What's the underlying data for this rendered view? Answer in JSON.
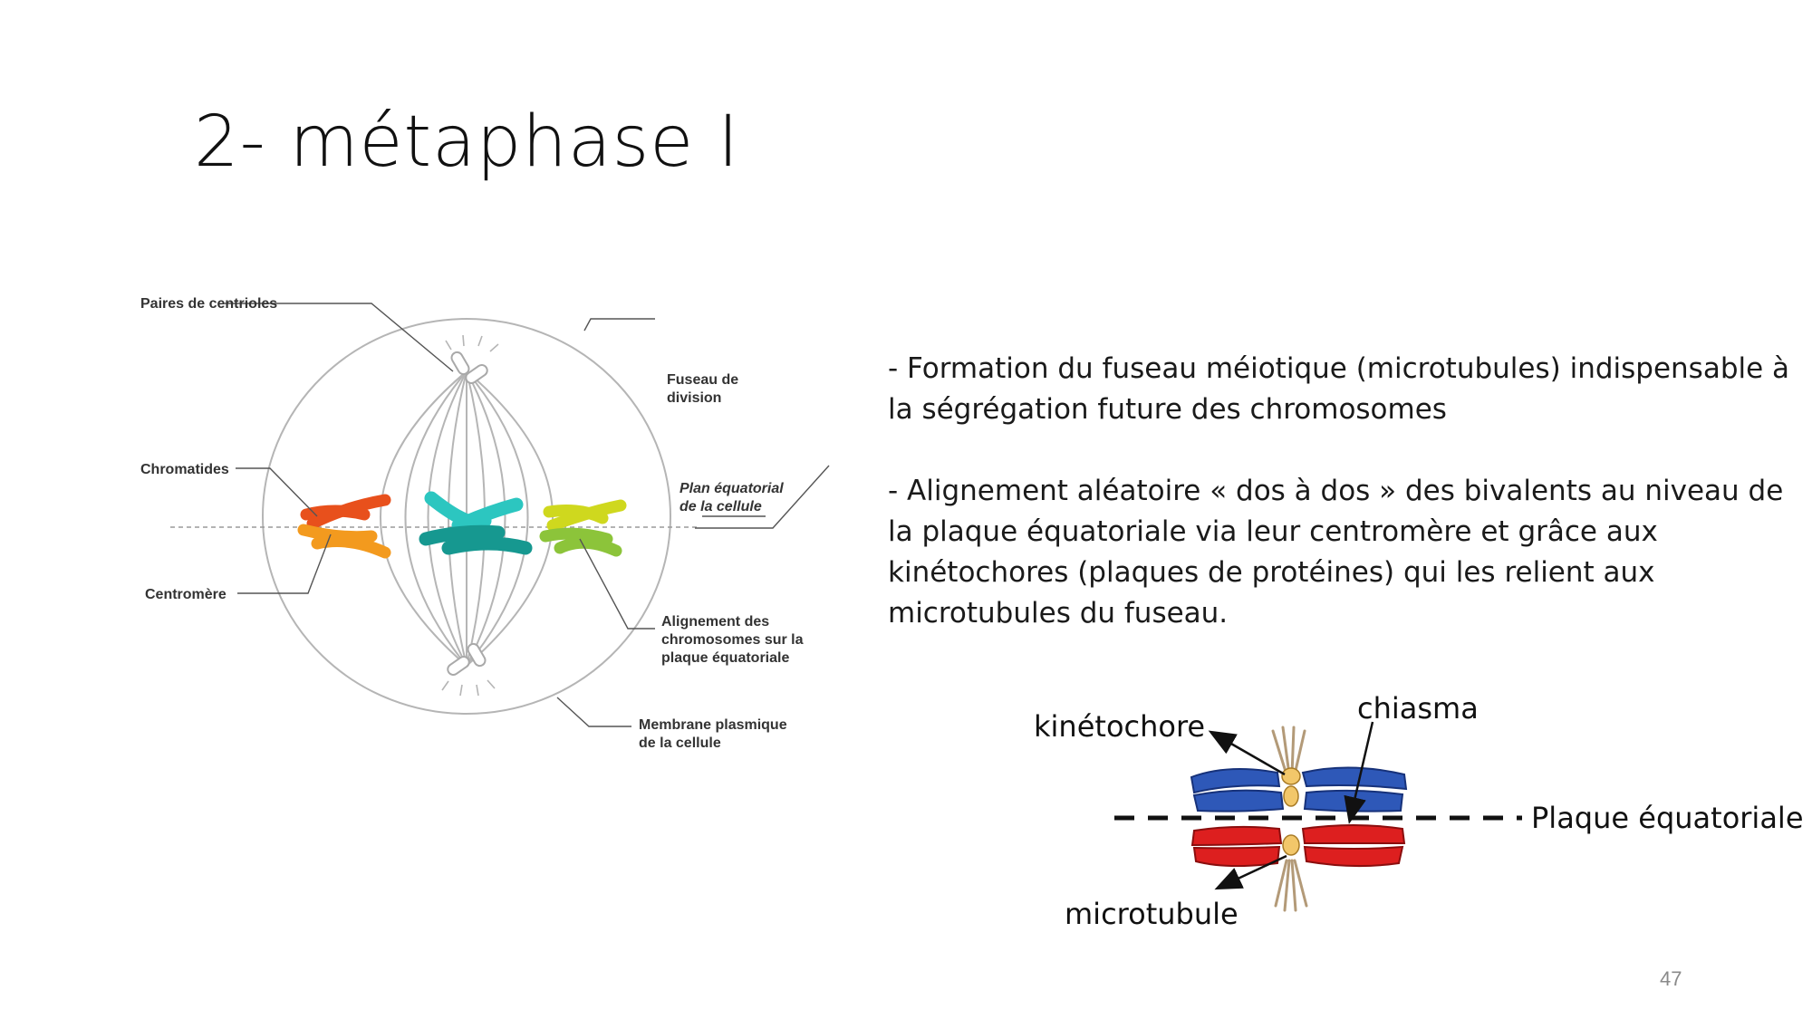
{
  "slide": {
    "title": "2- métaphase I",
    "page_number": "47"
  },
  "bullets": [
    "- Formation du fuseau méiotique (microtubules) indispensable  à la ségrégation future des chromosomes",
    "- Alignement aléatoire « dos à dos » des bivalents au niveau de la plaque équatoriale via leur centromère et grâce aux kinétochores (plaques de protéines) qui les relient aux microtubules du fuseau."
  ],
  "cell_diagram": {
    "labels": {
      "centrioles": "Paires de centrioles",
      "spindle_line1": "Fuseau de",
      "spindle_line2": "division",
      "chromatids": "Chromatides",
      "plane_line1": "Plan équatorial",
      "plane_line2": "de la cellule",
      "centromere": "Centromère",
      "alignment_line1": "Alignement des",
      "alignment_line2": "chromosomes  sur la",
      "alignment_line3": "plaque équatoriale",
      "membrane_line1": "Membrane plasmique",
      "membrane_line2": "de la cellule"
    },
    "colors": {
      "pair1_a": "#e8501c",
      "pair1_b": "#f39a1e",
      "pair2_a": "#2cc6c0",
      "pair2_b": "#169890",
      "pair3_a": "#cfd81e",
      "pair3_b": "#8cc43a",
      "outline": "#b5b5b5"
    }
  },
  "bivalent_diagram": {
    "labels": {
      "kinetochore": "kinétochore",
      "chiasma": "chiasma",
      "equatorial_plate": "Plaque équatoriale",
      "microtubule": "microtubule"
    },
    "colors": {
      "homolog_top": "#2e58b8",
      "homolog_bottom": "#dd1f1f",
      "kinetochore": "#f2c76a",
      "microtubule": "#b39a78"
    }
  }
}
